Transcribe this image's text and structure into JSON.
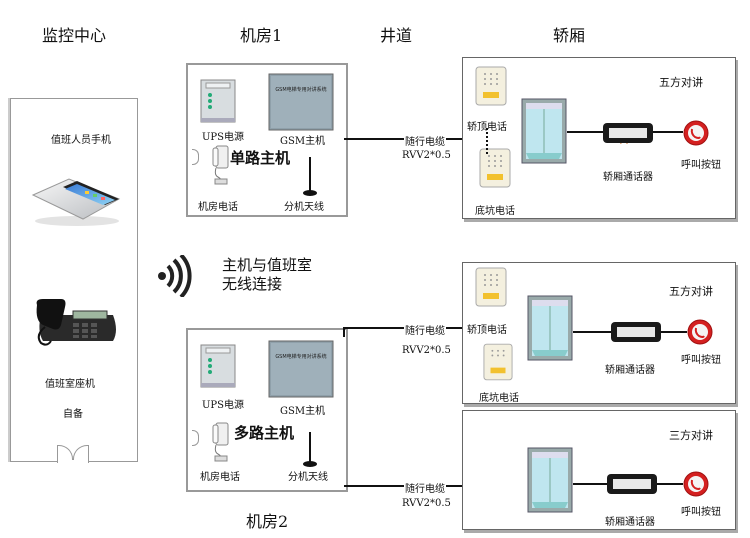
{
  "headers": {
    "monitor_center": "监控中心",
    "machine_room_1": "机房1",
    "shaft": "井道",
    "car": "轿厢",
    "machine_room_2": "机房2"
  },
  "monitor": {
    "duty_phone": "值班人员手机",
    "desk_phone": "值班室座机",
    "self_provided": "自备"
  },
  "wireless_text": "主机与值班室无线连接",
  "room1": {
    "ups": "UPS电源",
    "gsm": "GSM主机",
    "host": "单路主机",
    "room_phone": "机房电话",
    "antenna": "分机天线",
    "gsm_plate": "GSM电梯专用对讲系统"
  },
  "room2": {
    "ups": "UPS电源",
    "gsm": "GSM主机",
    "host": "多路主机",
    "room_phone": "机房电话",
    "antenna": "分机天线",
    "gsm_plate": "GSM电梯专用对讲系统"
  },
  "cable": {
    "name": "随行电缆",
    "spec": "RVV2*0.5"
  },
  "cars": [
    {
      "title": "五方对讲",
      "top_phone": "轿顶电话",
      "pit_phone": "底坑电话",
      "intercom": "轿厢通话器",
      "call_button": "呼叫按钮"
    },
    {
      "title": "五方对讲",
      "top_phone": "轿顶电话",
      "pit_phone": "底坑电话",
      "intercom": "轿厢通话器",
      "call_button": "呼叫按钮"
    },
    {
      "title": "三方对讲",
      "intercom": "轿厢通话器",
      "call_button": "呼叫按钮"
    }
  ],
  "colors": {
    "call_button": "#d42020",
    "elevator_glass": "#bfe6ef",
    "ups_panel": "#d8dde0",
    "gsm_panel": "#8fa0aa",
    "intercom_body": "#1a1a1a",
    "room_border": "#999999"
  },
  "icons": [
    "smartphone-icon",
    "desk-phone-icon",
    "wireless-signal-icon",
    "ups-box-icon",
    "gsm-box-icon",
    "wall-phone-icon",
    "antenna-icon",
    "speaker-phone-icon",
    "elevator-car-icon",
    "intercom-icon",
    "call-button-icon"
  ]
}
